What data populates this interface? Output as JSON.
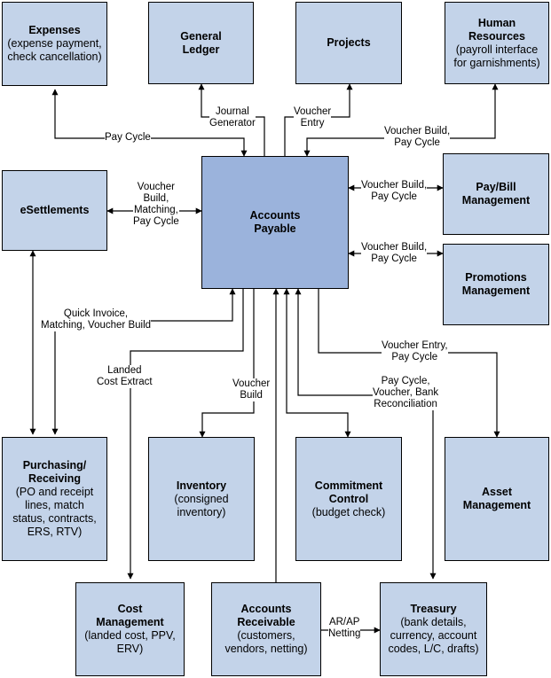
{
  "boxes": {
    "expenses": {
      "title": [
        "Expenses"
      ],
      "sub": [
        "(expense payment,",
        "check cancellation)"
      ]
    },
    "general_ledger": {
      "title": [
        "General",
        "Ledger"
      ],
      "sub": []
    },
    "projects": {
      "title": [
        "Projects"
      ],
      "sub": []
    },
    "human_resources": {
      "title": [
        "Human",
        "Resources"
      ],
      "sub": [
        "(payroll interface",
        "for garnishments)"
      ]
    },
    "esettlements": {
      "title": [
        "eSettlements"
      ],
      "sub": []
    },
    "accounts_payable": {
      "title": [
        "Accounts",
        "Payable"
      ],
      "sub": []
    },
    "pay_bill": {
      "title": [
        "Pay/Bill",
        "Management"
      ],
      "sub": []
    },
    "promotions": {
      "title": [
        "Promotions",
        "Management"
      ],
      "sub": []
    },
    "purchasing": {
      "title": [
        "Purchasing/",
        "Receiving"
      ],
      "sub": [
        "(PO and receipt",
        "lines, match",
        "status, contracts,",
        "ERS, RTV)"
      ]
    },
    "inventory": {
      "title": [
        "Inventory"
      ],
      "sub": [
        "(consigned",
        "inventory)"
      ]
    },
    "commitment": {
      "title": [
        "Commitment",
        "Control"
      ],
      "sub": [
        "(budget check)"
      ]
    },
    "asset": {
      "title": [
        "Asset",
        "Management"
      ],
      "sub": []
    },
    "cost": {
      "title": [
        "Cost",
        "Management"
      ],
      "sub": [
        "(landed cost, PPV,",
        "ERV)"
      ]
    },
    "receivable": {
      "title": [
        "Accounts",
        "Receivable"
      ],
      "sub": [
        "(customers,",
        "vendors, netting)"
      ]
    },
    "treasury": {
      "title": [
        "Treasury"
      ],
      "sub": [
        "(bank details,",
        "currency, account",
        "codes, L/C, drafts)"
      ]
    }
  },
  "labels": {
    "pay_cycle": [
      "Pay Cycle"
    ],
    "journal_generator": [
      "Journal",
      "Generator"
    ],
    "voucher_entry": [
      "Voucher",
      "Entry"
    ],
    "hr_voucher_build": [
      "Voucher Build,",
      "Pay Cycle"
    ],
    "esettlements_link": [
      "Voucher",
      "Build,",
      "Matching,",
      "Pay Cycle"
    ],
    "paybill_link": [
      "Voucher Build,",
      "Pay Cycle"
    ],
    "promotions_link": [
      "Voucher Build,",
      "Pay Cycle"
    ],
    "quick_invoice": [
      "Quick Invoice,",
      "Matching, Voucher Build"
    ],
    "landed_cost": [
      "Landed",
      "Cost Extract"
    ],
    "voucher_build": [
      "Voucher",
      "Build"
    ],
    "asset_link": [
      "Voucher Entry,",
      "Pay Cycle"
    ],
    "treasury_link": [
      "Pay Cycle,",
      "Voucher, Bank",
      "Reconciliation"
    ],
    "ar_ap": [
      "AR/AP",
      "Netting"
    ]
  }
}
